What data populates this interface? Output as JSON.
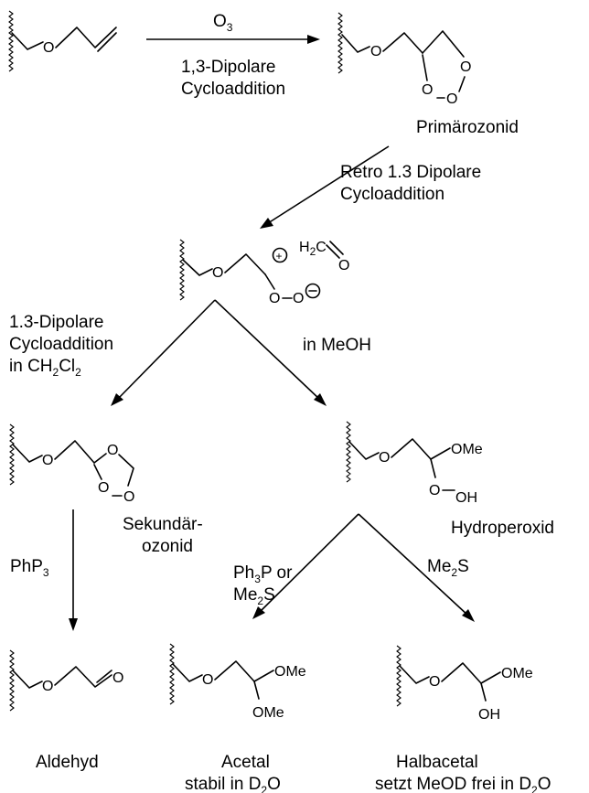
{
  "steps": {
    "ozone_reagent": "O3",
    "dipolar_cycloaddition": [
      "1,3-Dipolare",
      "Cycloaddition"
    ],
    "retro_cycloaddition": [
      "Retro 1.3 Dipolare",
      "Cycloaddition"
    ],
    "cycloaddition_in_dcm": [
      "1.3-Dipolare",
      "Cycloaddition",
      "in CH2Cl2"
    ],
    "in_methanol": "in MeOH",
    "phosphine_reagent": "PhP3",
    "phosphine_or_sulfide": [
      "Ph3P or",
      "Me2S"
    ],
    "sulfide_reagent": "Me2S"
  },
  "compounds": {
    "primary_ozonide": "Primärozonid",
    "secondary_ozonide": [
      "Sekundär-",
      "ozonid"
    ],
    "hydroperoxide": "Hydroperoxid",
    "aldehyde": "Aldehyd",
    "acetal": [
      "Acetal",
      "stabil in D2O"
    ],
    "hemiacetal": [
      "Halbacetal",
      "setzt MeOD frei in D2O"
    ]
  },
  "atoms": {
    "O": "O",
    "OMe": "OMe",
    "OH": "OH",
    "formaldehyde_h2c": "H2C",
    "plus": "+",
    "minus": "−"
  }
}
